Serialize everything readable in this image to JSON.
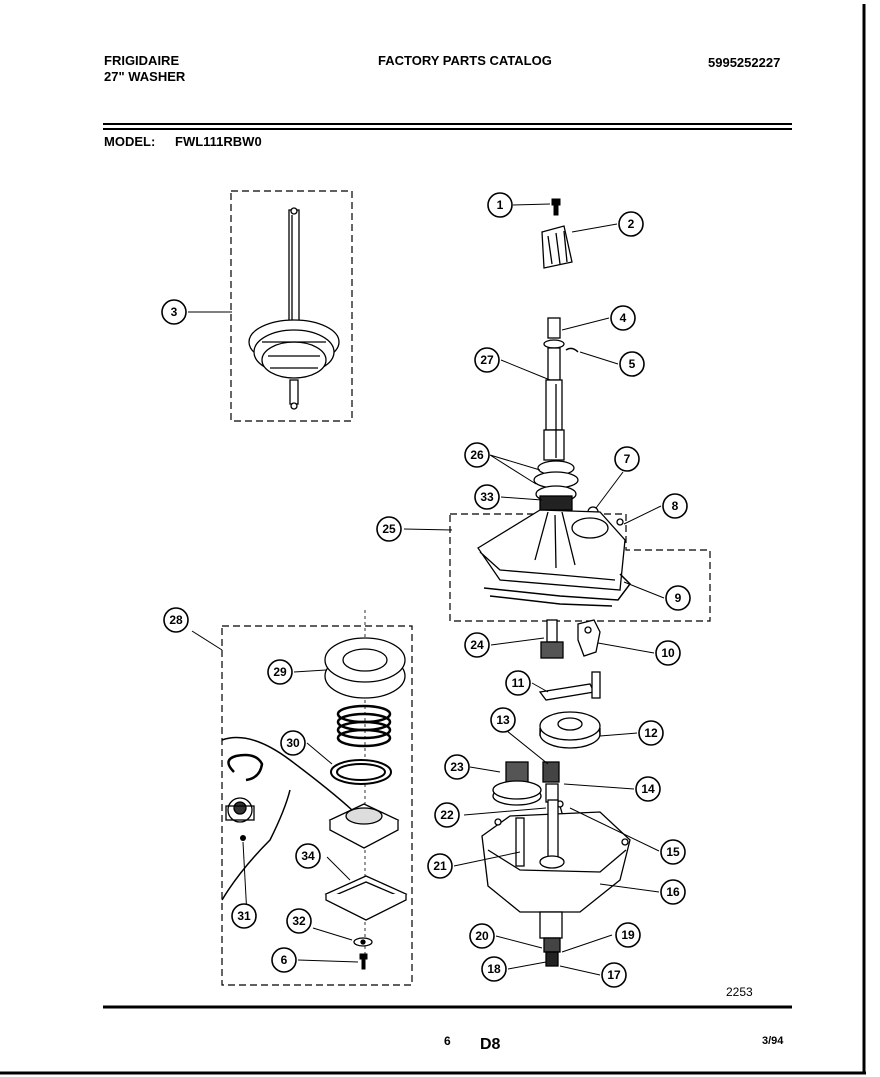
{
  "header": {
    "brand": "FRIGIDAIRE",
    "product": "27\" WASHER",
    "catalog_title": "FACTORY PARTS CATALOG",
    "part_number": "5995252227"
  },
  "model": {
    "label": "MODEL:",
    "value": "FWL111RBW0"
  },
  "callouts": [
    "1",
    "2",
    "3",
    "4",
    "5",
    "6",
    "7",
    "8",
    "9",
    "10",
    "11",
    "12",
    "13",
    "14",
    "15",
    "16",
    "17",
    "18",
    "19",
    "20",
    "21",
    "22",
    "23",
    "24",
    "25",
    "26",
    "27",
    "28",
    "29",
    "30",
    "31",
    "32",
    "33",
    "34"
  ],
  "diagram_code": "2253",
  "footer": {
    "page": "6",
    "section": "D8",
    "date": "3/94"
  }
}
